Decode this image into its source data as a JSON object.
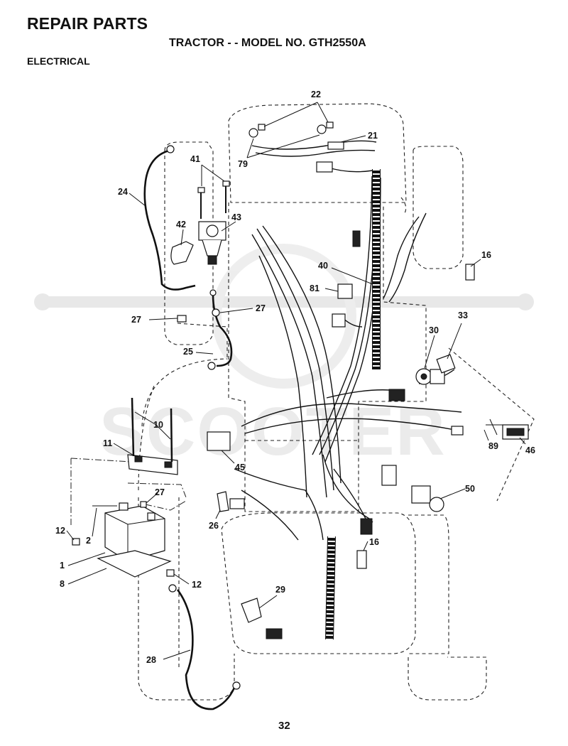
{
  "header": {
    "title": "REPAIR PARTS",
    "model": "TRACTOR - - MODEL NO. GTH2550A",
    "section": "ELECTRICAL"
  },
  "watermark": {
    "text": "SCOOTER"
  },
  "callouts": {
    "c22": "22",
    "c21": "21",
    "c79": "79",
    "c41": "41",
    "c24": "24",
    "c43": "43",
    "c42": "42",
    "c16a": "16",
    "c40": "40",
    "c81": "81",
    "c27a": "27",
    "c27b": "27",
    "c33": "33",
    "c30": "30",
    "c25": "25",
    "c10": "10",
    "c11": "11",
    "c89": "89",
    "c46": "46",
    "c45": "45",
    "c27c": "27",
    "c50": "50",
    "c12a": "12",
    "c2": "2",
    "c26": "26",
    "c16b": "16",
    "c1": "1",
    "c8": "8",
    "c12b": "12",
    "c29": "29",
    "c28": "28"
  },
  "footer": {
    "page_number": "32"
  }
}
